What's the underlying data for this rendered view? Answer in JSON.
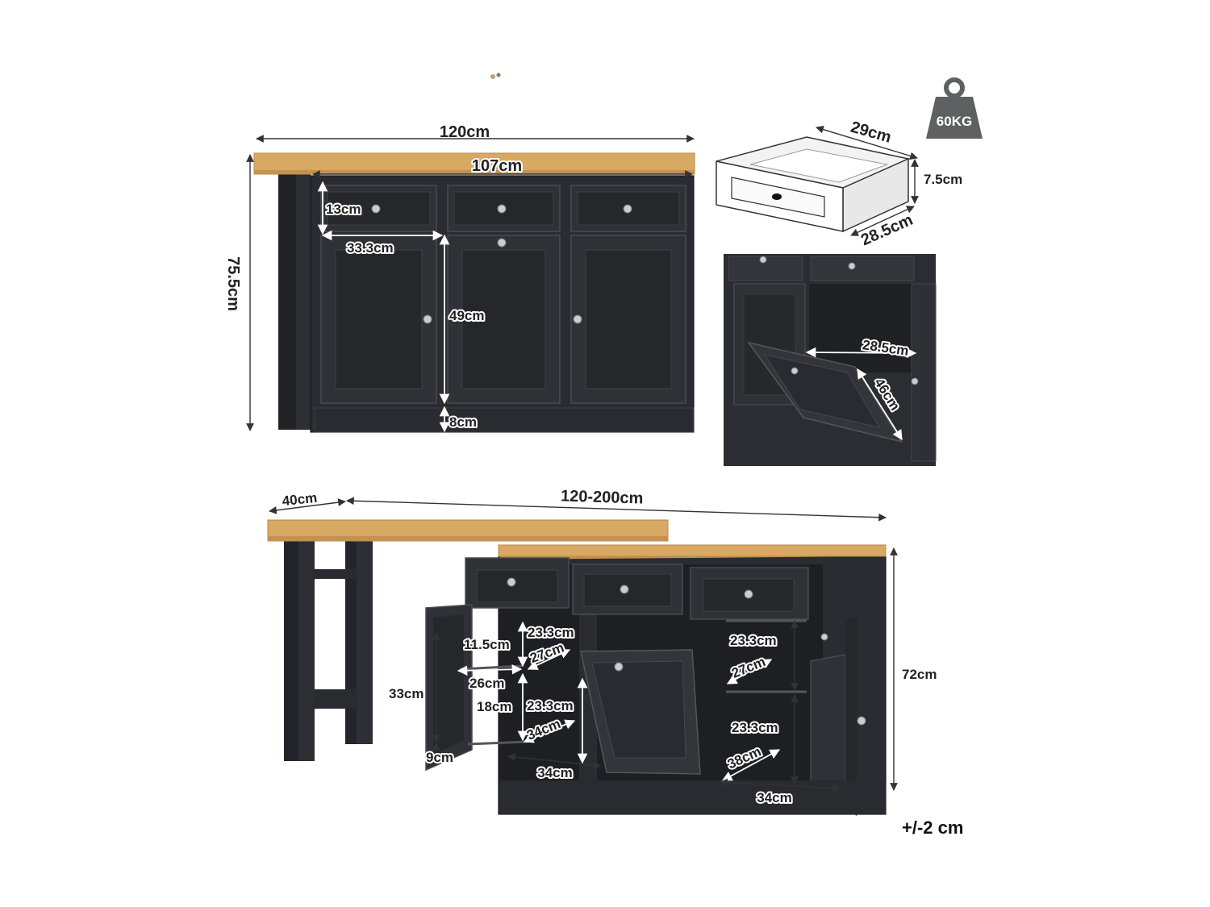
{
  "colors": {
    "wood": "#d7a963",
    "cabinet": "#2b2c31",
    "weight_badge": "#5f6062",
    "label": "#222222"
  },
  "icons": {
    "weight": "weight-icon"
  },
  "weight_badge": {
    "text": "60KG"
  },
  "front_view": {
    "top_width": "120cm",
    "inner_width": "107cm",
    "height": "75.5cm",
    "drawer_height": "13cm",
    "drawer_width": "33.3cm",
    "door_height": "49cm",
    "base_height": "8cm"
  },
  "drawer_detail": {
    "width": "29cm",
    "height": "7.5cm",
    "depth": "28.5cm"
  },
  "bin_detail": {
    "width": "28.5cm",
    "depth": "46cm"
  },
  "extended_view": {
    "top_extension": "40cm",
    "total_width": "120-200cm",
    "height": "72cm",
    "left_shelf_1": "23.3cm",
    "left_door_slot": "11.5cm",
    "left_shelf_depth_1": "27cm",
    "left_width": "26cm",
    "left_height": "33cm",
    "left_slot_2": "18cm",
    "left_shelf_2": "23.3cm",
    "left_depth_2": "34cm",
    "left_base": "9cm",
    "left_bottom_width": "34cm",
    "right_shelf_1": "23.3cm",
    "right_depth_1": "27cm",
    "right_shelf_2": "23.3cm",
    "right_depth_2": "38cm",
    "right_bottom_width": "34cm"
  },
  "tolerance": "+/-2 cm"
}
